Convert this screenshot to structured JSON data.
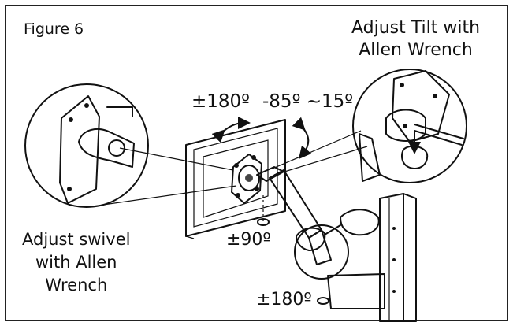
{
  "figure_label": "Figure 6",
  "tilt_instruction": [
    "Adjust Tilt with",
    "Allen Wrench"
  ],
  "swivel_instruction": [
    "Adjust swivel",
    "with Allen",
    "Wrench"
  ],
  "rotation_top": "±180º",
  "tilt_range": "-85º ~15º",
  "swivel_range": "±90º",
  "rotation_bottom": "±180º"
}
